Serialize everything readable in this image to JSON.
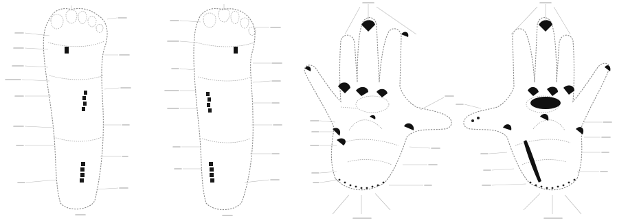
{
  "figure": {
    "panels": [
      {
        "id": "left-foot",
        "kind": "foot"
      },
      {
        "id": "right-foot",
        "kind": "foot"
      },
      {
        "id": "left-hand",
        "kind": "hand"
      },
      {
        "id": "right-hand",
        "kind": "hand"
      }
    ],
    "colors": {
      "outline": "#8a8a8a",
      "ink": "#111111",
      "label-lines": "#bdbdbd",
      "background": "#ffffff"
    }
  }
}
